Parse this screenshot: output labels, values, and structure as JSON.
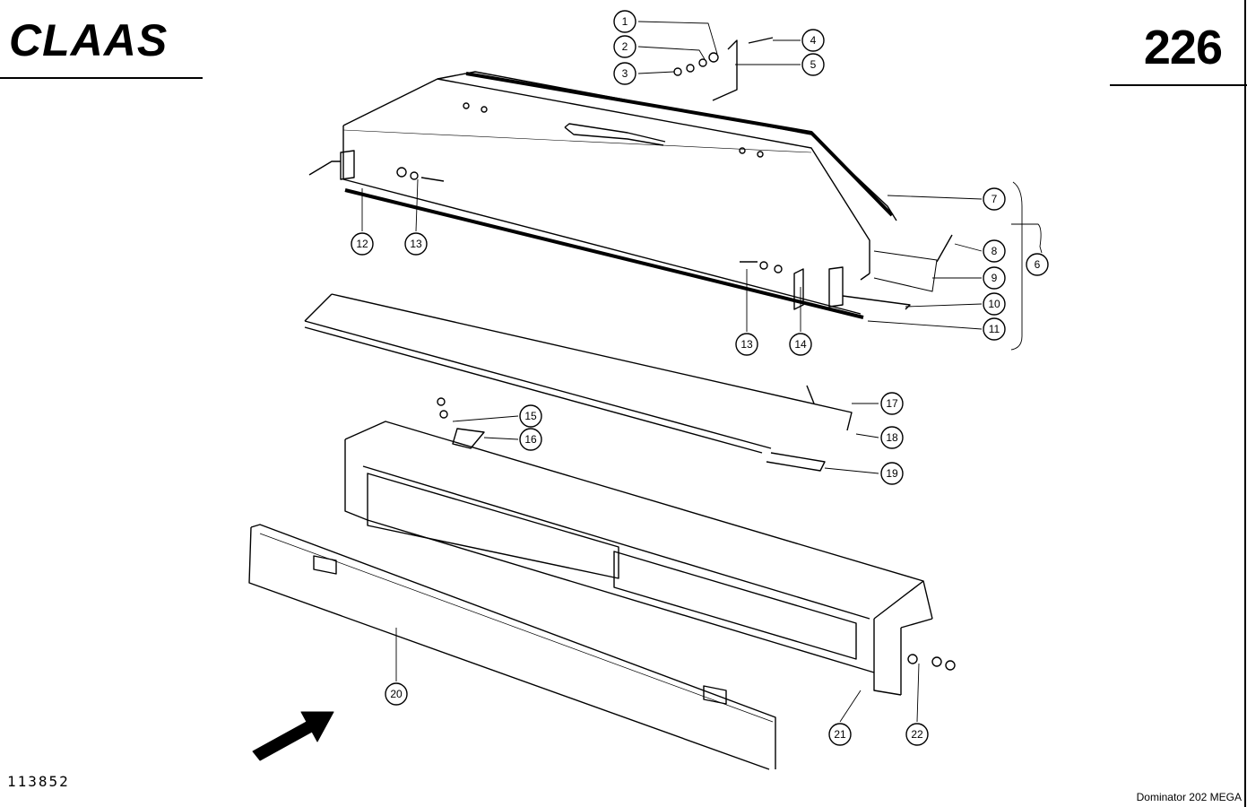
{
  "header": {
    "brand": "CLAAS",
    "page_number": "226"
  },
  "footer": {
    "drawing_number": "113852",
    "model": "Dominator  202 MEGA"
  },
  "callouts": [
    "1",
    "2",
    "3",
    "4",
    "5",
    "6",
    "7",
    "8",
    "9",
    "10",
    "11",
    "12",
    "13",
    "13",
    "14",
    "15",
    "16",
    "17",
    "18",
    "19",
    "20",
    "21",
    "22"
  ]
}
